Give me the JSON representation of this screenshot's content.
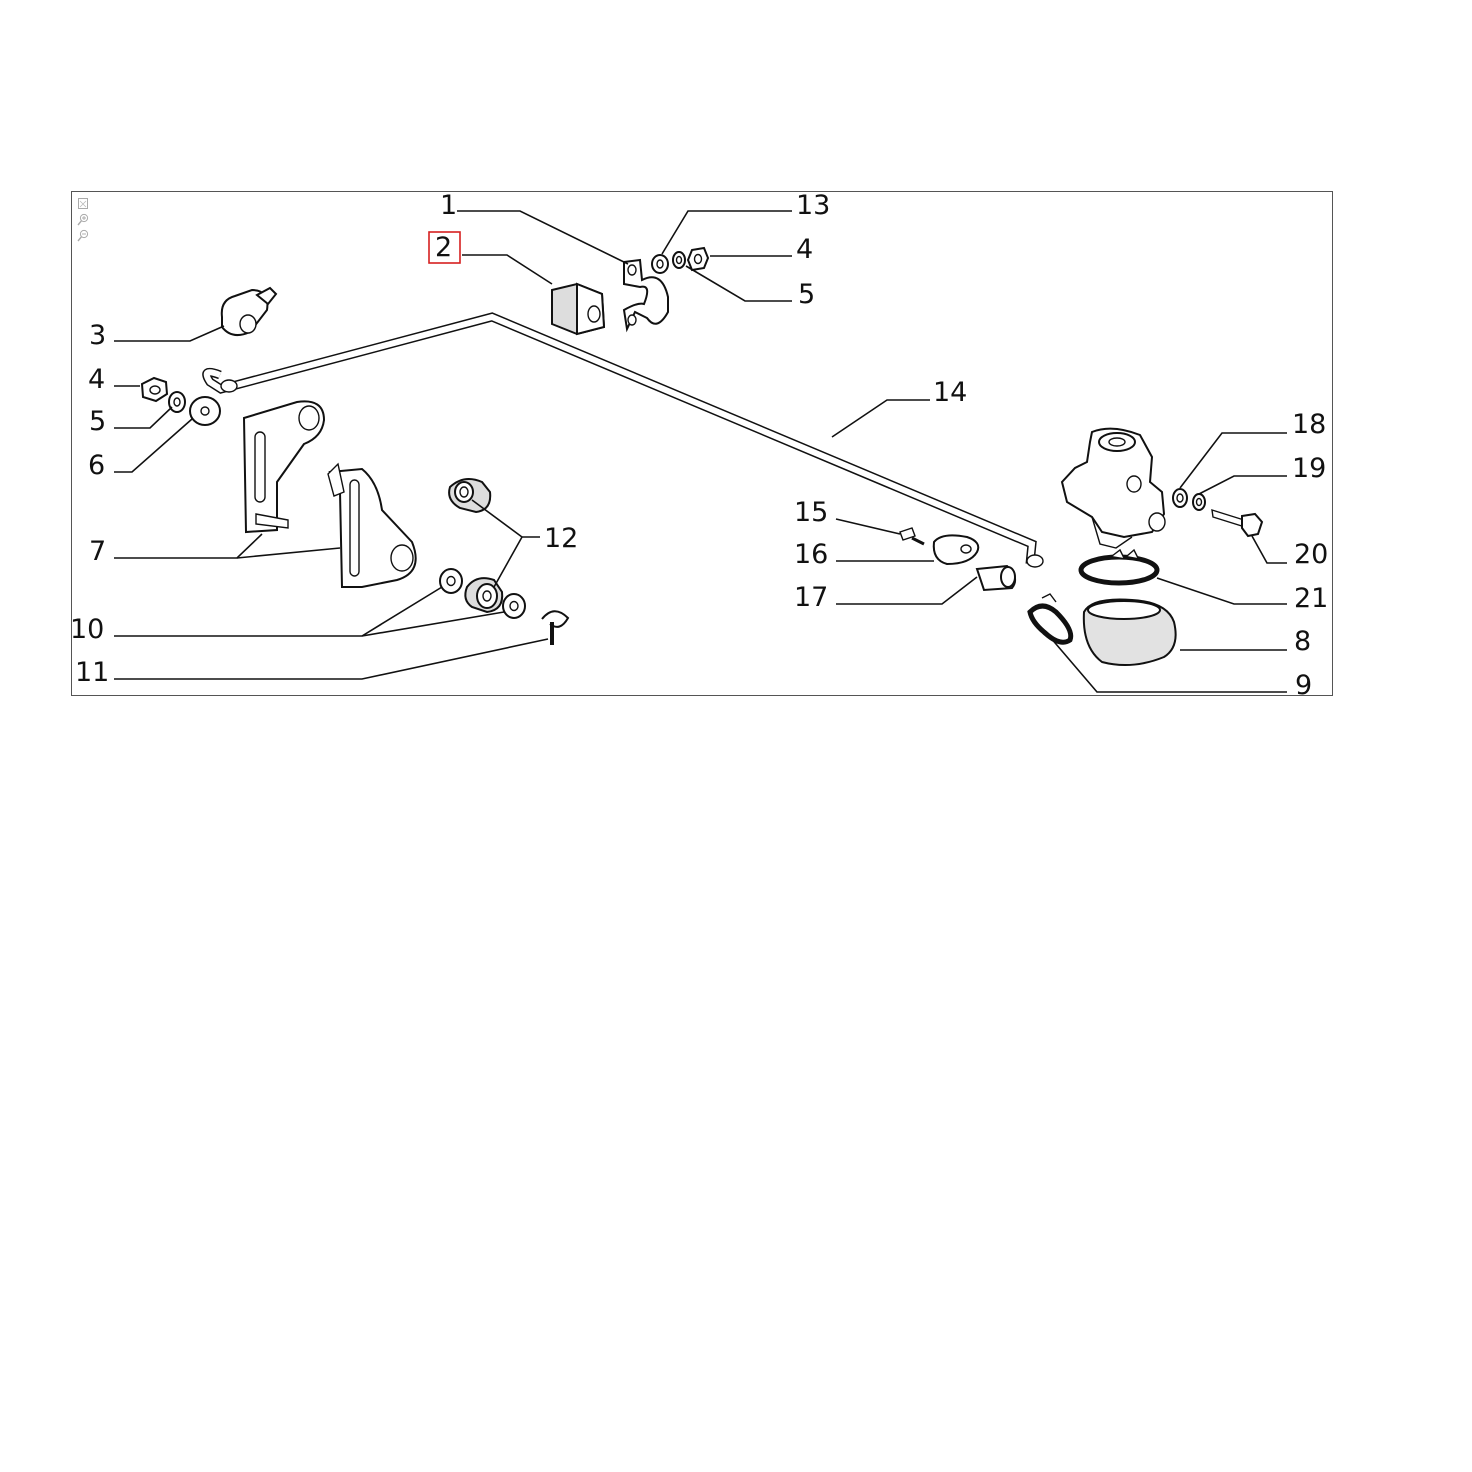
{
  "viewer": {
    "tools": [
      {
        "name": "fit-icon"
      },
      {
        "name": "zoom-in-icon"
      },
      {
        "name": "zoom-out-icon"
      }
    ]
  },
  "callouts": [
    {
      "id": "1",
      "label": "1",
      "highlighted": false
    },
    {
      "id": "2",
      "label": "2",
      "highlighted": true
    },
    {
      "id": "13",
      "label": "13",
      "highlighted": false
    },
    {
      "id": "4a",
      "label": "4",
      "highlighted": false
    },
    {
      "id": "5a",
      "label": "5",
      "highlighted": false
    },
    {
      "id": "3",
      "label": "3",
      "highlighted": false
    },
    {
      "id": "4b",
      "label": "4",
      "highlighted": false
    },
    {
      "id": "5b",
      "label": "5",
      "highlighted": false
    },
    {
      "id": "6",
      "label": "6",
      "highlighted": false
    },
    {
      "id": "7",
      "label": "7",
      "highlighted": false
    },
    {
      "id": "10",
      "label": "10",
      "highlighted": false
    },
    {
      "id": "11",
      "label": "11",
      "highlighted": false
    },
    {
      "id": "12",
      "label": "12",
      "highlighted": false
    },
    {
      "id": "14",
      "label": "14",
      "highlighted": false
    },
    {
      "id": "15",
      "label": "15",
      "highlighted": false
    },
    {
      "id": "16",
      "label": "16",
      "highlighted": false
    },
    {
      "id": "17",
      "label": "17",
      "highlighted": false
    },
    {
      "id": "18",
      "label": "18",
      "highlighted": false
    },
    {
      "id": "19",
      "label": "19",
      "highlighted": false
    },
    {
      "id": "20",
      "label": "20",
      "highlighted": false
    },
    {
      "id": "21",
      "label": "21",
      "highlighted": false
    },
    {
      "id": "8",
      "label": "8",
      "highlighted": false
    },
    {
      "id": "9",
      "label": "9",
      "highlighted": false
    }
  ],
  "colors": {
    "highlight": "#d62020",
    "ink": "#111111",
    "frame": "#555555",
    "shade": "#d8d8d8"
  }
}
